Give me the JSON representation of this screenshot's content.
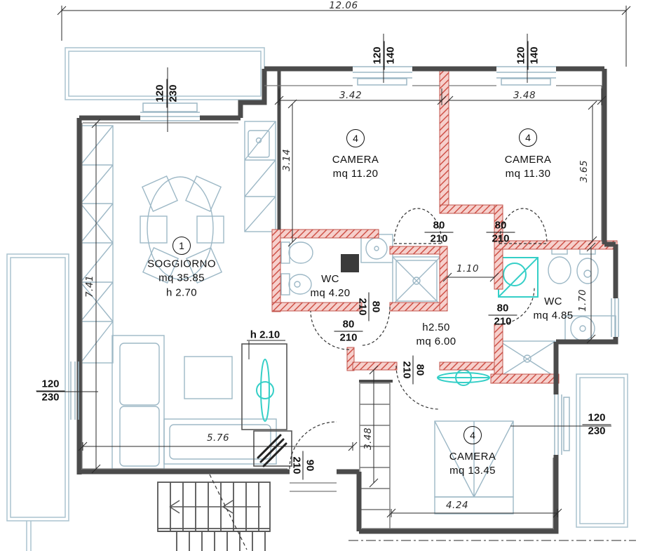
{
  "plan": {
    "dims": {
      "overall_width": "12.06",
      "cam_nw_w": "3.42",
      "cam_ne_w": "3.48",
      "cam_nw_h": "3.14",
      "cam_ne_h": "3.65",
      "sogg_h": "7.41",
      "hall_w": "1.10",
      "wc_e_h": "1.70",
      "sogg_w": "5.76",
      "entry_h": "3.48",
      "cam_s_w": "4.24"
    },
    "rooms": {
      "soggiorno": {
        "num": "1",
        "name": "SOGGIORNO",
        "area": "mq 35.85",
        "height": "h 2.70"
      },
      "camera_nw": {
        "num": "4",
        "name": "CAMERA",
        "area": "mq 11.20"
      },
      "camera_ne": {
        "num": "4",
        "name": "CAMERA",
        "area": "mq 11.30"
      },
      "camera_s": {
        "num": "4",
        "name": "CAMERA",
        "area": "mq 13.45"
      },
      "wc_center": {
        "name": "WC",
        "area": "mq 4.20"
      },
      "wc_east": {
        "name": "WC",
        "area": "mq 4.85"
      },
      "hall": {
        "height": "h2.50",
        "area": "mq 6.00"
      }
    },
    "openings": {
      "win_nw": {
        "w": "120",
        "h": "140"
      },
      "win_ne": {
        "w": "120",
        "h": "140"
      },
      "win_top": {
        "w": "120",
        "h": "230"
      },
      "win_west": {
        "w": "120",
        "h": "230"
      },
      "win_se": {
        "w": "120",
        "h": "230"
      },
      "door_cam_nw": {
        "w": "80",
        "h": "210"
      },
      "door_cam_ne": {
        "w": "80",
        "h": "210"
      },
      "door_wc_center": {
        "w": "80",
        "h": "210"
      },
      "door_hall": {
        "w": "80",
        "h": "210"
      },
      "door_wc_east": {
        "w": "80",
        "h": "210"
      },
      "door_cam_s": {
        "w": "80",
        "h": "210"
      },
      "door_entry": {
        "w": "90",
        "h": "210"
      }
    },
    "notes": {
      "niche_height": "h 2.10"
    },
    "colors": {
      "wall": "#4b4b4b",
      "new_wall_stroke": "#c2544c",
      "new_wall_fill": "#f6d0cc",
      "furniture": "#9db8c6",
      "fixture_accent": "#35cfc7",
      "dimension": "#2a2a2a"
    }
  }
}
